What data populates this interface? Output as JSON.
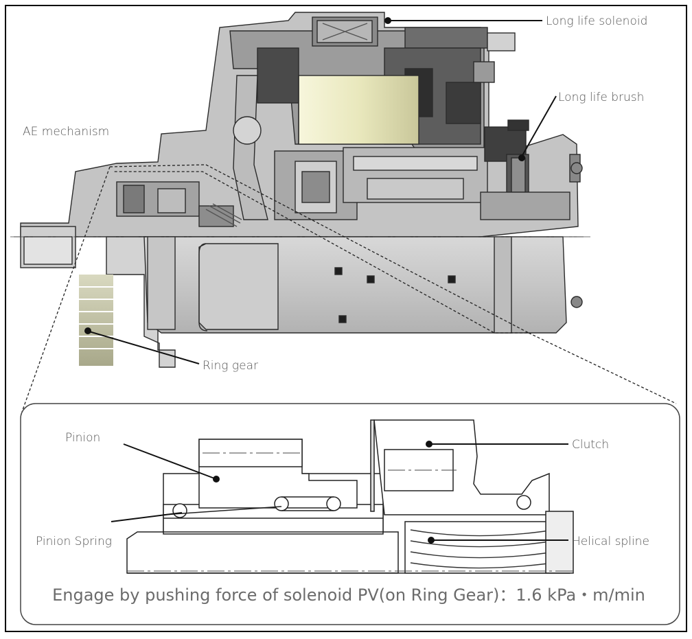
{
  "labels": {
    "solenoid": "Long life solenoid",
    "brush": "Long life brush",
    "ae_mechanism": "AE mechanism",
    "ring_gear": "Ring gear",
    "pinion": "Pinion",
    "clutch": "Clutch",
    "pinion_spring": "Pinion Spring",
    "helical_spline": "Helical spline"
  },
  "caption": "Engage by pushing force of solenoid PV(on Ring Gear)：1.6 kPa・m/min",
  "colors": {
    "housing_light": "#c4c4c4",
    "housing_mid": "#9c9c9c",
    "housing_dark": "#6a6a6a",
    "armature_yellow": "#ecebc4",
    "outline": "#2b2b2b",
    "label_text": "#555555",
    "frame": "#000000"
  }
}
